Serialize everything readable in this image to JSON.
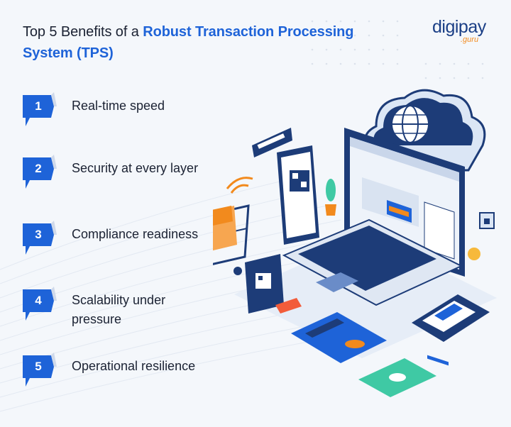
{
  "header": {
    "title_plain": "Top 5 Benefits of a ",
    "title_accent": "Robust Transaction Processing System (TPS)"
  },
  "brand": {
    "name": "digipay",
    "suffix": ".guru"
  },
  "benefits": [
    {
      "number": "1",
      "label": "Real-time speed"
    },
    {
      "number": "2",
      "label": "Security at every layer"
    },
    {
      "number": "3",
      "label": "Compliance readiness"
    },
    {
      "number": "4",
      "label": "Scalability under pressure"
    },
    {
      "number": "5",
      "label": "Operational resilience"
    }
  ],
  "colors": {
    "accent": "#1e63d8",
    "text": "#1b2233",
    "brand_blue": "#1b3f86",
    "brand_orange": "#f28a1d",
    "background": "#f4f7fb"
  }
}
